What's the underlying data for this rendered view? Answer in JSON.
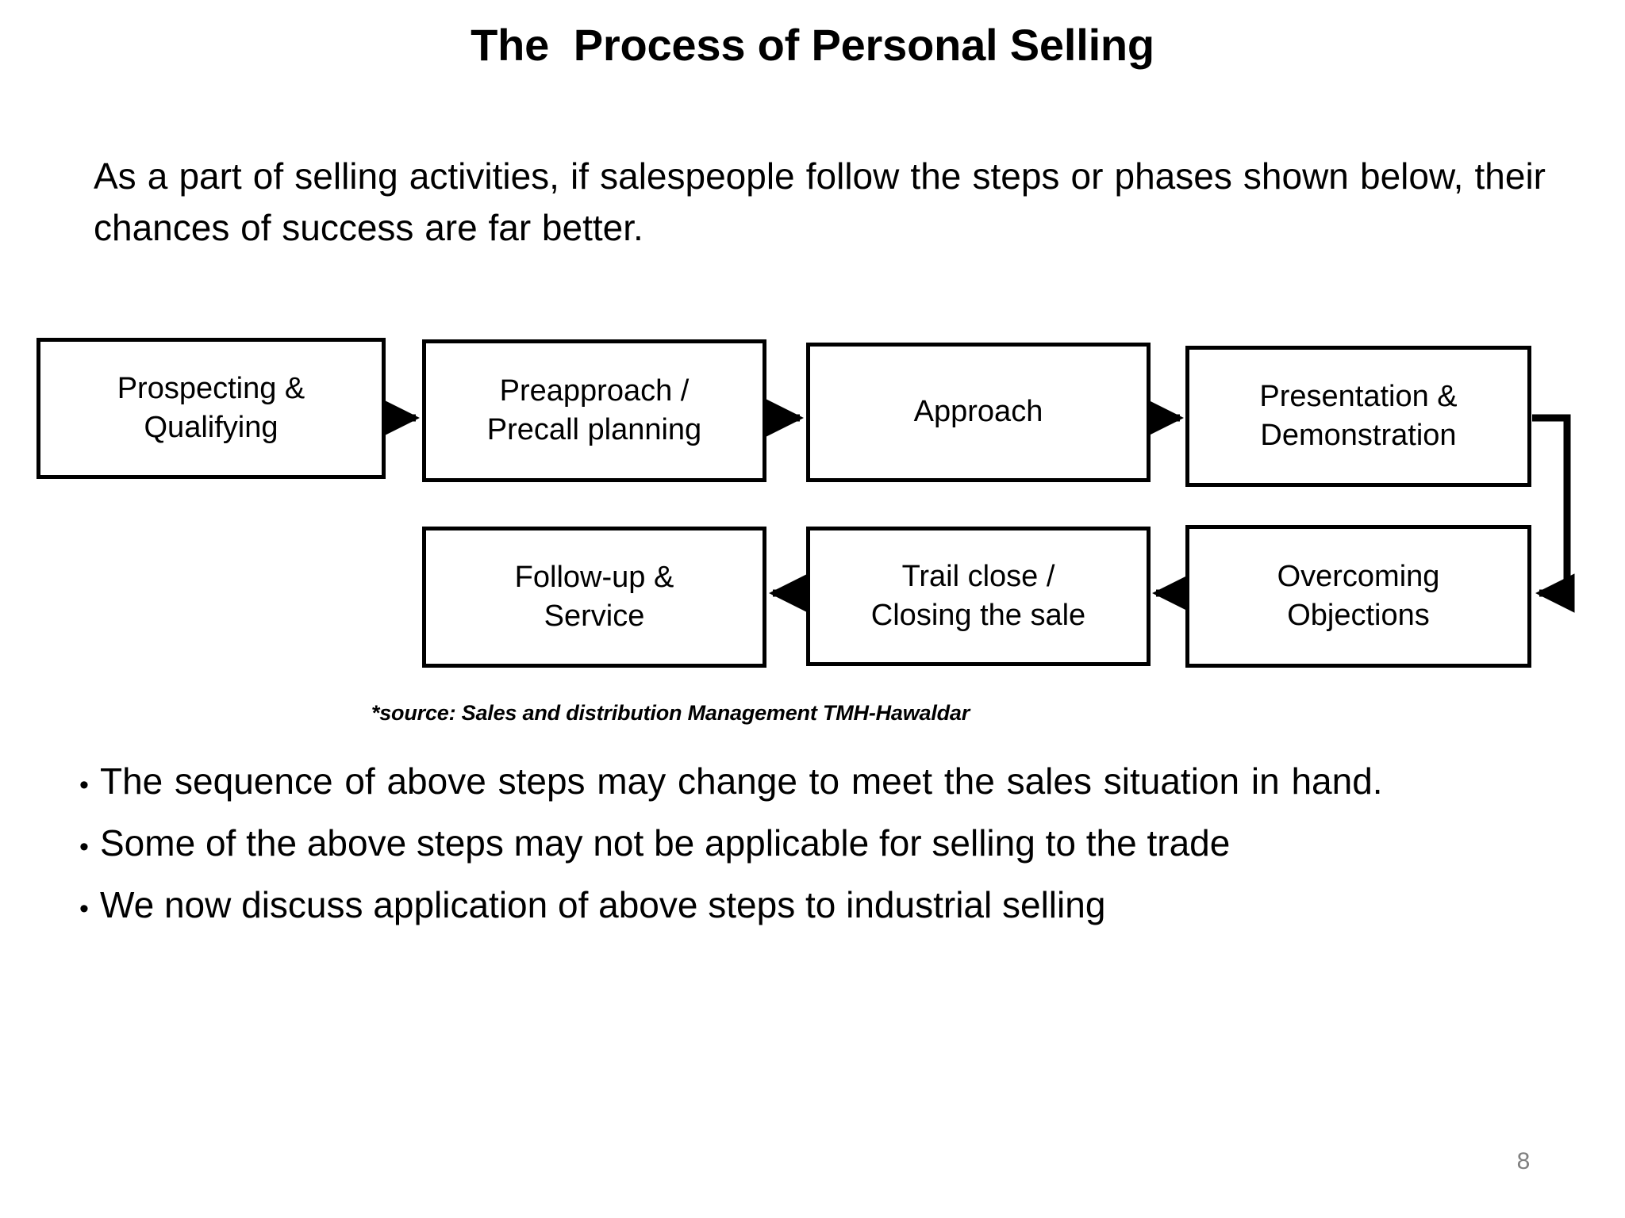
{
  "slide": {
    "title": "The  Process of Personal Selling",
    "intro": "As a part of selling activities, if salespeople follow the steps or phases shown below, their chances of success are far better.",
    "source_note": "*source: Sales and distribution Management TMH-Hawaldar",
    "page_number": "8",
    "colors": {
      "background": "#ffffff",
      "text": "#000000",
      "box_border": "#000000",
      "connector": "#000000",
      "page_number": "#808080"
    }
  },
  "flowchart": {
    "top_row": [
      {
        "id": "prospecting",
        "label": "Prospecting &\nQualifying"
      },
      {
        "id": "preapproach",
        "label": "Preapproach /\nPrecall planning"
      },
      {
        "id": "approach",
        "label": "Approach"
      },
      {
        "id": "presentation",
        "label": "Presentation &\nDemonstration"
      }
    ],
    "bottom_row": [
      {
        "id": "followup",
        "label": "Follow-up &\nService"
      },
      {
        "id": "trailclose",
        "label": "Trail close /\nClosing the sale"
      },
      {
        "id": "overcoming",
        "label": "Overcoming\nObjections"
      }
    ]
  },
  "bullets": [
    {
      "marker": "•",
      "text": "The sequence of above steps may change to meet the sales situation in hand."
    },
    {
      "marker": "•",
      "text": "Some of the above steps may not be applicable for selling to the trade"
    },
    {
      "marker": "•",
      "text": "We now discuss application of above steps to industrial selling"
    }
  ]
}
